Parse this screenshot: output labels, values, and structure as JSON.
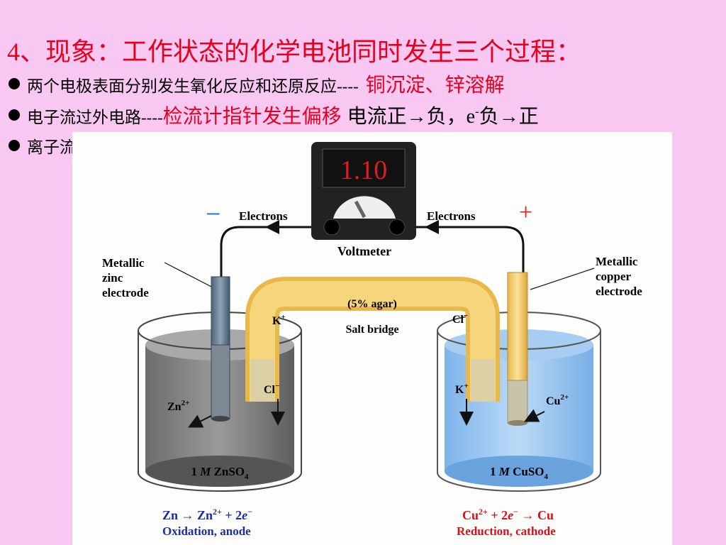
{
  "slide": {
    "title": "4、现象：工作状态的化学电池同时发生三个过程：",
    "bullets": [
      {
        "text": "两个电极表面分别发生氧化反应和还原反应----",
        "highlight": "铜沉淀、锌溶解"
      },
      {
        "text_prefix": "电子流过外电路----",
        "highlight": "检流计指针发生偏移",
        "flow_a": "电流正→负，e",
        "flow_sup": "-",
        "flow_b": "负→正"
      },
      {
        "text": "离子流过电解质溶液"
      }
    ]
  },
  "figure": {
    "voltmeter_display": "1.10",
    "voltmeter_label": "Voltmeter",
    "electrons_left": "Electrons",
    "electrons_right": "Electrons",
    "minus_sign": "−",
    "plus_sign": "+",
    "zinc_label": [
      "Metallic",
      "zinc",
      "electrode"
    ],
    "copper_label": [
      "Metallic",
      "copper",
      "electrode"
    ],
    "agar_label": "(5% agar)",
    "salt_bridge_label": "Salt bridge",
    "k_top": "K",
    "k_top_sup": "+",
    "cl_top": "Cl",
    "cl_top_sup": "−",
    "cl_bottom": "Cl",
    "cl_bottom_sup": "−",
    "k_bottom": "K",
    "k_bottom_sup": "+",
    "zn_ion": "Zn",
    "zn_ion_sup": "2+",
    "cu_ion": "Cu",
    "cu_ion_sup": "2+",
    "left_solution": {
      "pre": "1 ",
      "italic": "M",
      "post": " ZnSO",
      "sub": "4"
    },
    "right_solution": {
      "pre": "1 ",
      "italic": "M",
      "post": " CuSO",
      "sub": "4"
    },
    "left_eq": {
      "a": "Zn → Zn",
      "a_sup": "2+",
      "b": " + 2",
      "b_it": "e",
      "b_sup": "−"
    },
    "right_eq": {
      "a": "Cu",
      "a_sup": "2+",
      "b": " + 2",
      "b_it": "e",
      "b_sup": "−",
      "c": " → Cu"
    },
    "left_caption": "Oxidation, anode",
    "right_caption": "Reduction, cathode",
    "colors": {
      "eq_blue": "#1a2ea6",
      "eq_red": "#d8101c",
      "plus_red": "#e21b1b",
      "minus_blue": "#1e6fd0",
      "display_red": "#e21b1b",
      "bridge": "#f2c96a"
    }
  }
}
